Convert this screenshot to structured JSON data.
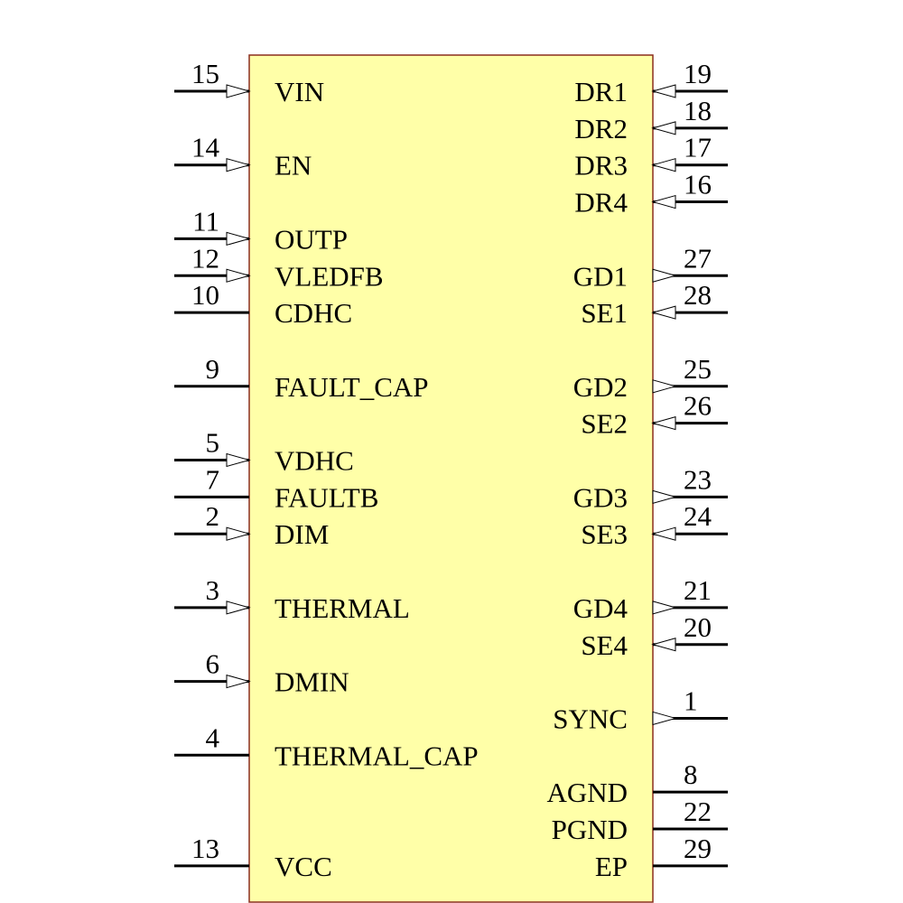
{
  "component": {
    "body_fill": "#ffffa8",
    "body_stroke": "#8b2e1e",
    "left_pins": [
      {
        "number": "15",
        "name": "VIN",
        "arrow": true
      },
      {
        "number": "14",
        "name": "EN",
        "arrow": true
      },
      {
        "number": "11",
        "name": "OUTP",
        "arrow": true
      },
      {
        "number": "12",
        "name": "VLEDFB",
        "arrow": true
      },
      {
        "number": "10",
        "name": "CDHC",
        "arrow": false
      },
      {
        "number": "9",
        "name": "FAULT_CAP",
        "arrow": false
      },
      {
        "number": "5",
        "name": "VDHC",
        "arrow": true
      },
      {
        "number": "7",
        "name": "FAULTB",
        "arrow": false
      },
      {
        "number": "2",
        "name": "DIM",
        "arrow": true
      },
      {
        "number": "3",
        "name": "THERMAL",
        "arrow": true
      },
      {
        "number": "6",
        "name": "DMIN",
        "arrow": true
      },
      {
        "number": "4",
        "name": "THERMAL_CAP",
        "arrow": false
      },
      {
        "number": "13",
        "name": "VCC",
        "arrow": false
      }
    ],
    "right_pins": [
      {
        "number": "19",
        "name": "DR1",
        "arrow": "in"
      },
      {
        "number": "18",
        "name": "DR2",
        "arrow": "in"
      },
      {
        "number": "17",
        "name": "DR3",
        "arrow": "in"
      },
      {
        "number": "16",
        "name": "DR4",
        "arrow": "in"
      },
      {
        "number": "27",
        "name": "GD1",
        "arrow": "out"
      },
      {
        "number": "28",
        "name": "SE1",
        "arrow": "in"
      },
      {
        "number": "25",
        "name": "GD2",
        "arrow": "out"
      },
      {
        "number": "26",
        "name": "SE2",
        "arrow": "in"
      },
      {
        "number": "23",
        "name": "GD3",
        "arrow": "out"
      },
      {
        "number": "24",
        "name": "SE3",
        "arrow": "in"
      },
      {
        "number": "21",
        "name": "GD4",
        "arrow": "out"
      },
      {
        "number": "20",
        "name": "SE4",
        "arrow": "in"
      },
      {
        "number": "1",
        "name": "SYNC",
        "arrow": "out"
      },
      {
        "number": "8",
        "name": "AGND",
        "arrow": "none"
      },
      {
        "number": "22",
        "name": "PGND",
        "arrow": "none"
      },
      {
        "number": "29",
        "name": "EP",
        "arrow": "none"
      }
    ]
  }
}
